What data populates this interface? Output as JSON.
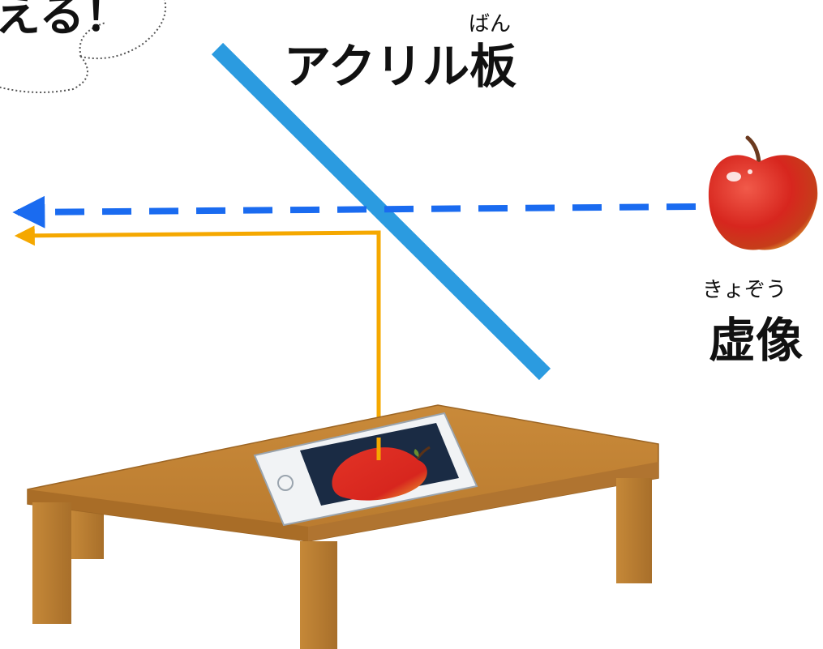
{
  "speech_bubble": {
    "text": "える！"
  },
  "acrylic_label": {
    "text": "アクリル板",
    "ruby": "ばん"
  },
  "virtual_image_label": {
    "text": "虚像",
    "ruby": "きょぞう"
  },
  "colors": {
    "acrylic_plate": "#2b9be0",
    "virtual_ray": "#1a6bf0",
    "real_ray": "#f5a800",
    "apple_red": "#d7261e",
    "table_wood": "#c98a3a",
    "tablet_frame": "#f1f3f5"
  }
}
